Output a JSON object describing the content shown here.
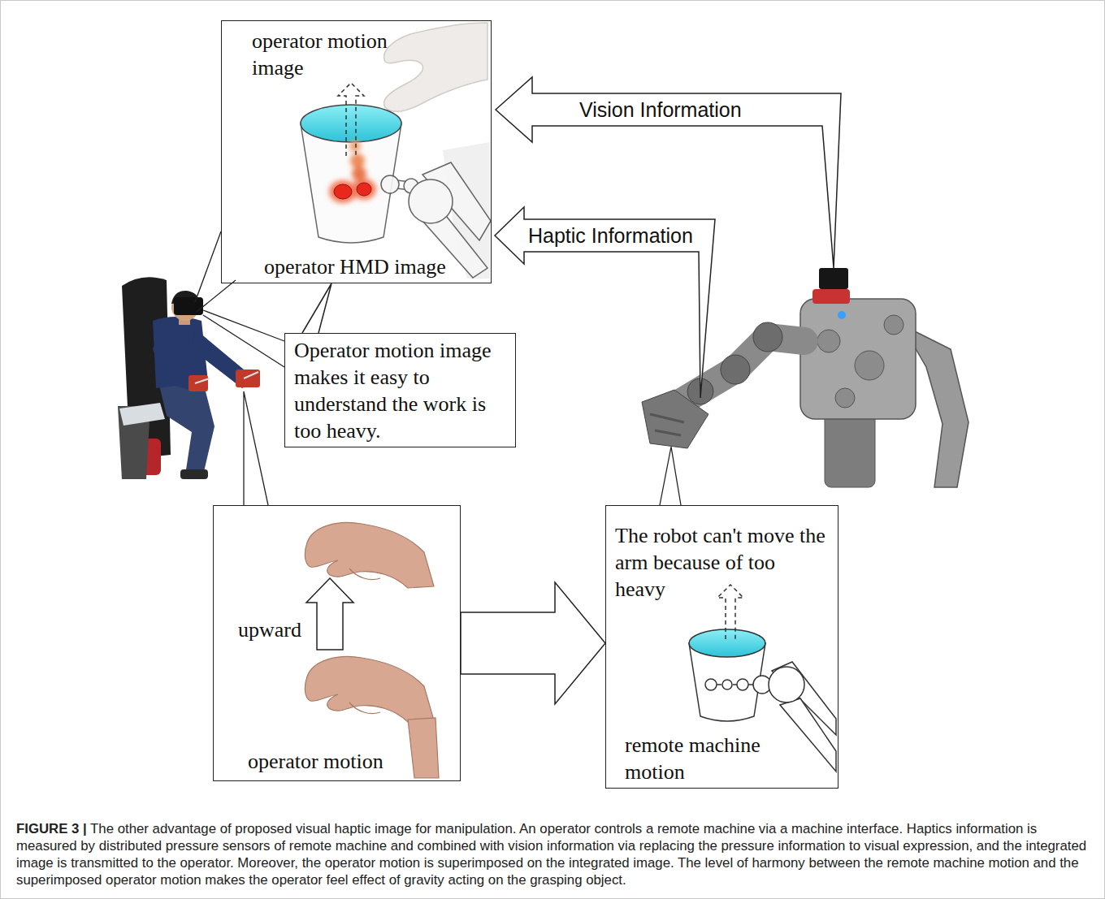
{
  "diagram": {
    "caption": "FIGURE 3 | The other advantage of proposed visual haptic image for manipulation. An operator controls a remote machine via a machine interface. Haptics information is measured by distributed pressure sensors of remote machine and combined with vision information via replacing the pressure information to visual expression, and the integrated image is transmitted to the operator. Moreover, the operator motion is superimposed on the integrated image. The level of harmony between the remote machine motion and the superimposed operator motion makes the operator feel effect of gravity acting on the grasping object.",
    "nodes": [
      {
        "text": [
          "operator motion image",
          "operator HMD image"
        ]
      },
      {
        "text": [
          "Operator motion image makes it easy to understand the work is too heavy."
        ]
      },
      {
        "text": [
          "upward",
          "operator motion"
        ]
      },
      {
        "text": [
          "The robot can't move the arm because of too heavy",
          "remote machine motion"
        ]
      }
    ],
    "edges": [
      {
        "from": 1,
        "to": 0,
        "arrow": "none"
      },
      {
        "from": 2,
        "to": 3,
        "arrow": "to"
      }
    ],
    "labels": [
      "Vision Information",
      "Haptic Information"
    ]
  }
}
